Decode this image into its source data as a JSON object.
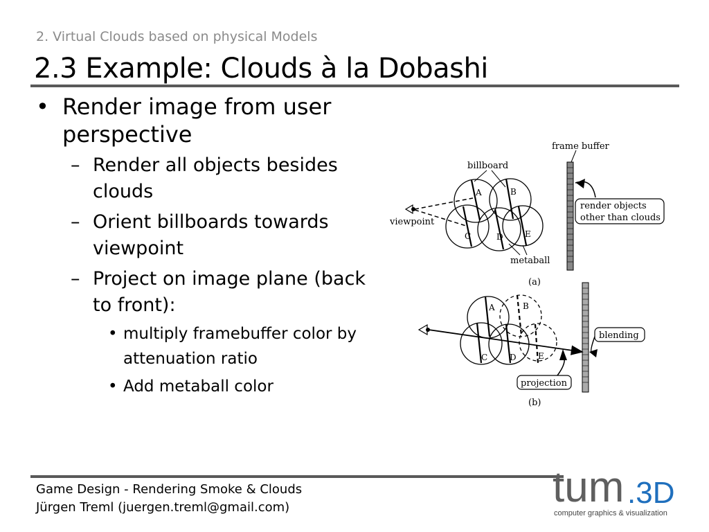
{
  "header": {
    "section": "2. Virtual Clouds based on physical Models",
    "title": "2.3 Example: Clouds à la Dobashi"
  },
  "bullets": {
    "level1": "Render image from user perspective",
    "items": [
      "Render all objects besides clouds",
      "Orient billboards towards viewpoint",
      "Project on image plane (back to front):"
    ],
    "sub": [
      "multiply framebuffer color by attenuation ratio",
      "Add metaball color"
    ]
  },
  "figure": {
    "a": {
      "frame_buffer": "frame buffer",
      "billboard": "billboard",
      "viewpoint": "viewpoint",
      "metaball": "metaball",
      "render_objects_1": "render objects",
      "render_objects_2": "other than clouds",
      "caption": "(a)",
      "letters": [
        "A",
        "B",
        "C",
        "D",
        "E"
      ]
    },
    "b": {
      "blending": "blending",
      "projection": "projection",
      "caption": "(b)",
      "letters": [
        "A",
        "B",
        "C",
        "D",
        "E"
      ]
    }
  },
  "footer": {
    "line1": "Game Design - Rendering Smoke & Clouds",
    "line2": "Jürgen Treml (juergen.treml@gmail.com)"
  },
  "logo": {
    "main": "tum",
    "suffix": ".3D",
    "tagline": "computer graphics & visualization",
    "colors": {
      "gray": "#5f5f5f",
      "blue": "#1f6fbd"
    }
  }
}
